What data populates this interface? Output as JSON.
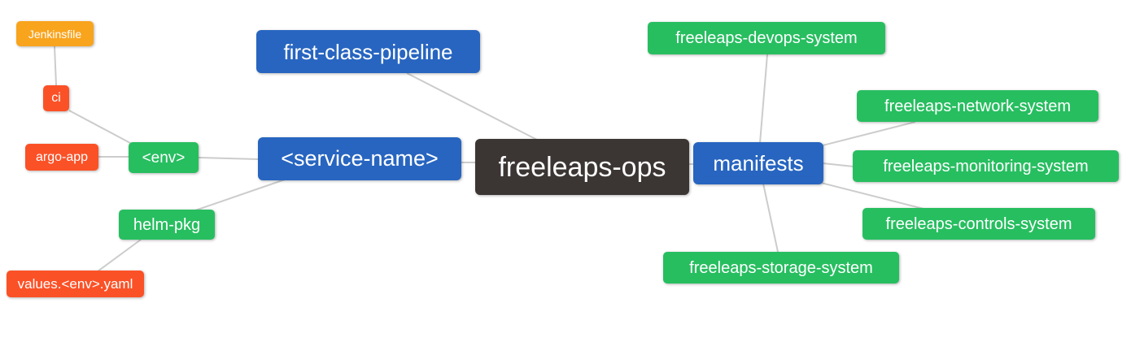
{
  "colors": {
    "root": "#3B3533",
    "blue": "#2765C0",
    "green": "#27BE60",
    "red": "#FB5127",
    "orange": "#F9A41D",
    "edge": "#CCCCCC"
  },
  "nodes": {
    "jenkinsfile": {
      "label": "Jenkinsfile"
    },
    "ci": {
      "label": "ci"
    },
    "argo_app": {
      "label": "argo-app"
    },
    "env": {
      "label": "<env>"
    },
    "helm_pkg": {
      "label": "helm-pkg"
    },
    "values_env_yaml": {
      "label": "values.<env>.yaml"
    },
    "first_class_pipeline": {
      "label": "first-class-pipeline"
    },
    "service_name": {
      "label": "<service-name>"
    },
    "root": {
      "label": "freeleaps-ops"
    },
    "manifests": {
      "label": "manifests"
    },
    "devops_system": {
      "label": "freeleaps-devops-system"
    },
    "network_system": {
      "label": "freeleaps-network-system"
    },
    "monitoring_system": {
      "label": "freeleaps-monitoring-system"
    },
    "controls_system": {
      "label": "freeleaps-controls-system"
    },
    "storage_system": {
      "label": "freeleaps-storage-system"
    }
  }
}
